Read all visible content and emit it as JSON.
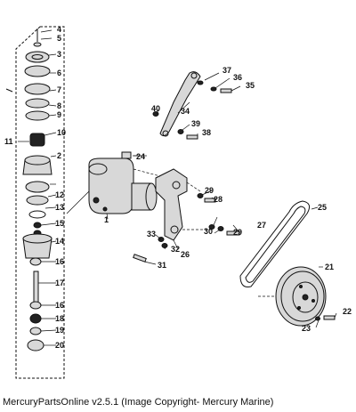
{
  "caption": "MercuryPartsOnline v2.5.1 (Image Copyright- Mercury Marine)",
  "callouts": [
    "1",
    "2",
    "3",
    "4",
    "5",
    "6",
    "7",
    "8",
    "9",
    "10",
    "11",
    "12",
    "13",
    "14",
    "15",
    "16",
    "16",
    "17",
    "18",
    "19",
    "20",
    "21",
    "22",
    "23",
    "24",
    "25",
    "26",
    "27",
    "28",
    "29",
    "29",
    "30",
    "31",
    "32",
    "33",
    "34",
    "35",
    "36",
    "37",
    "38",
    "39",
    "40"
  ]
}
